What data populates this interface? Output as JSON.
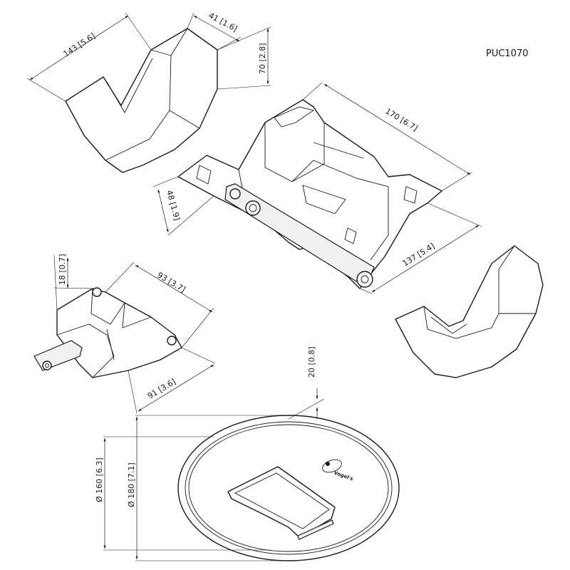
{
  "model": "PUC1070",
  "logo_text": "Vogel's",
  "dims": {
    "cover_a_length": "143 [5.6]",
    "cover_a_depth": "41 [1.6]",
    "cover_a_height": "70 [2.8]",
    "bracket_length": "170 [6.7]",
    "bracket_width": "137 [5.4]",
    "bracket_height": "48 [1.9]",
    "clamp_height": "18 [0.7]",
    "clamp_length": "93 [3.7]",
    "clamp_width": "91 [3.6]",
    "plate_height": "20 [0.8]",
    "plate_inner_dia": "Ø 160 [6.3]",
    "plate_outer_dia": "Ø 180 [7.1]"
  },
  "colors": {
    "line": "#1a1a1a",
    "background": "#ffffff",
    "shade": "#f1f1f1"
  }
}
